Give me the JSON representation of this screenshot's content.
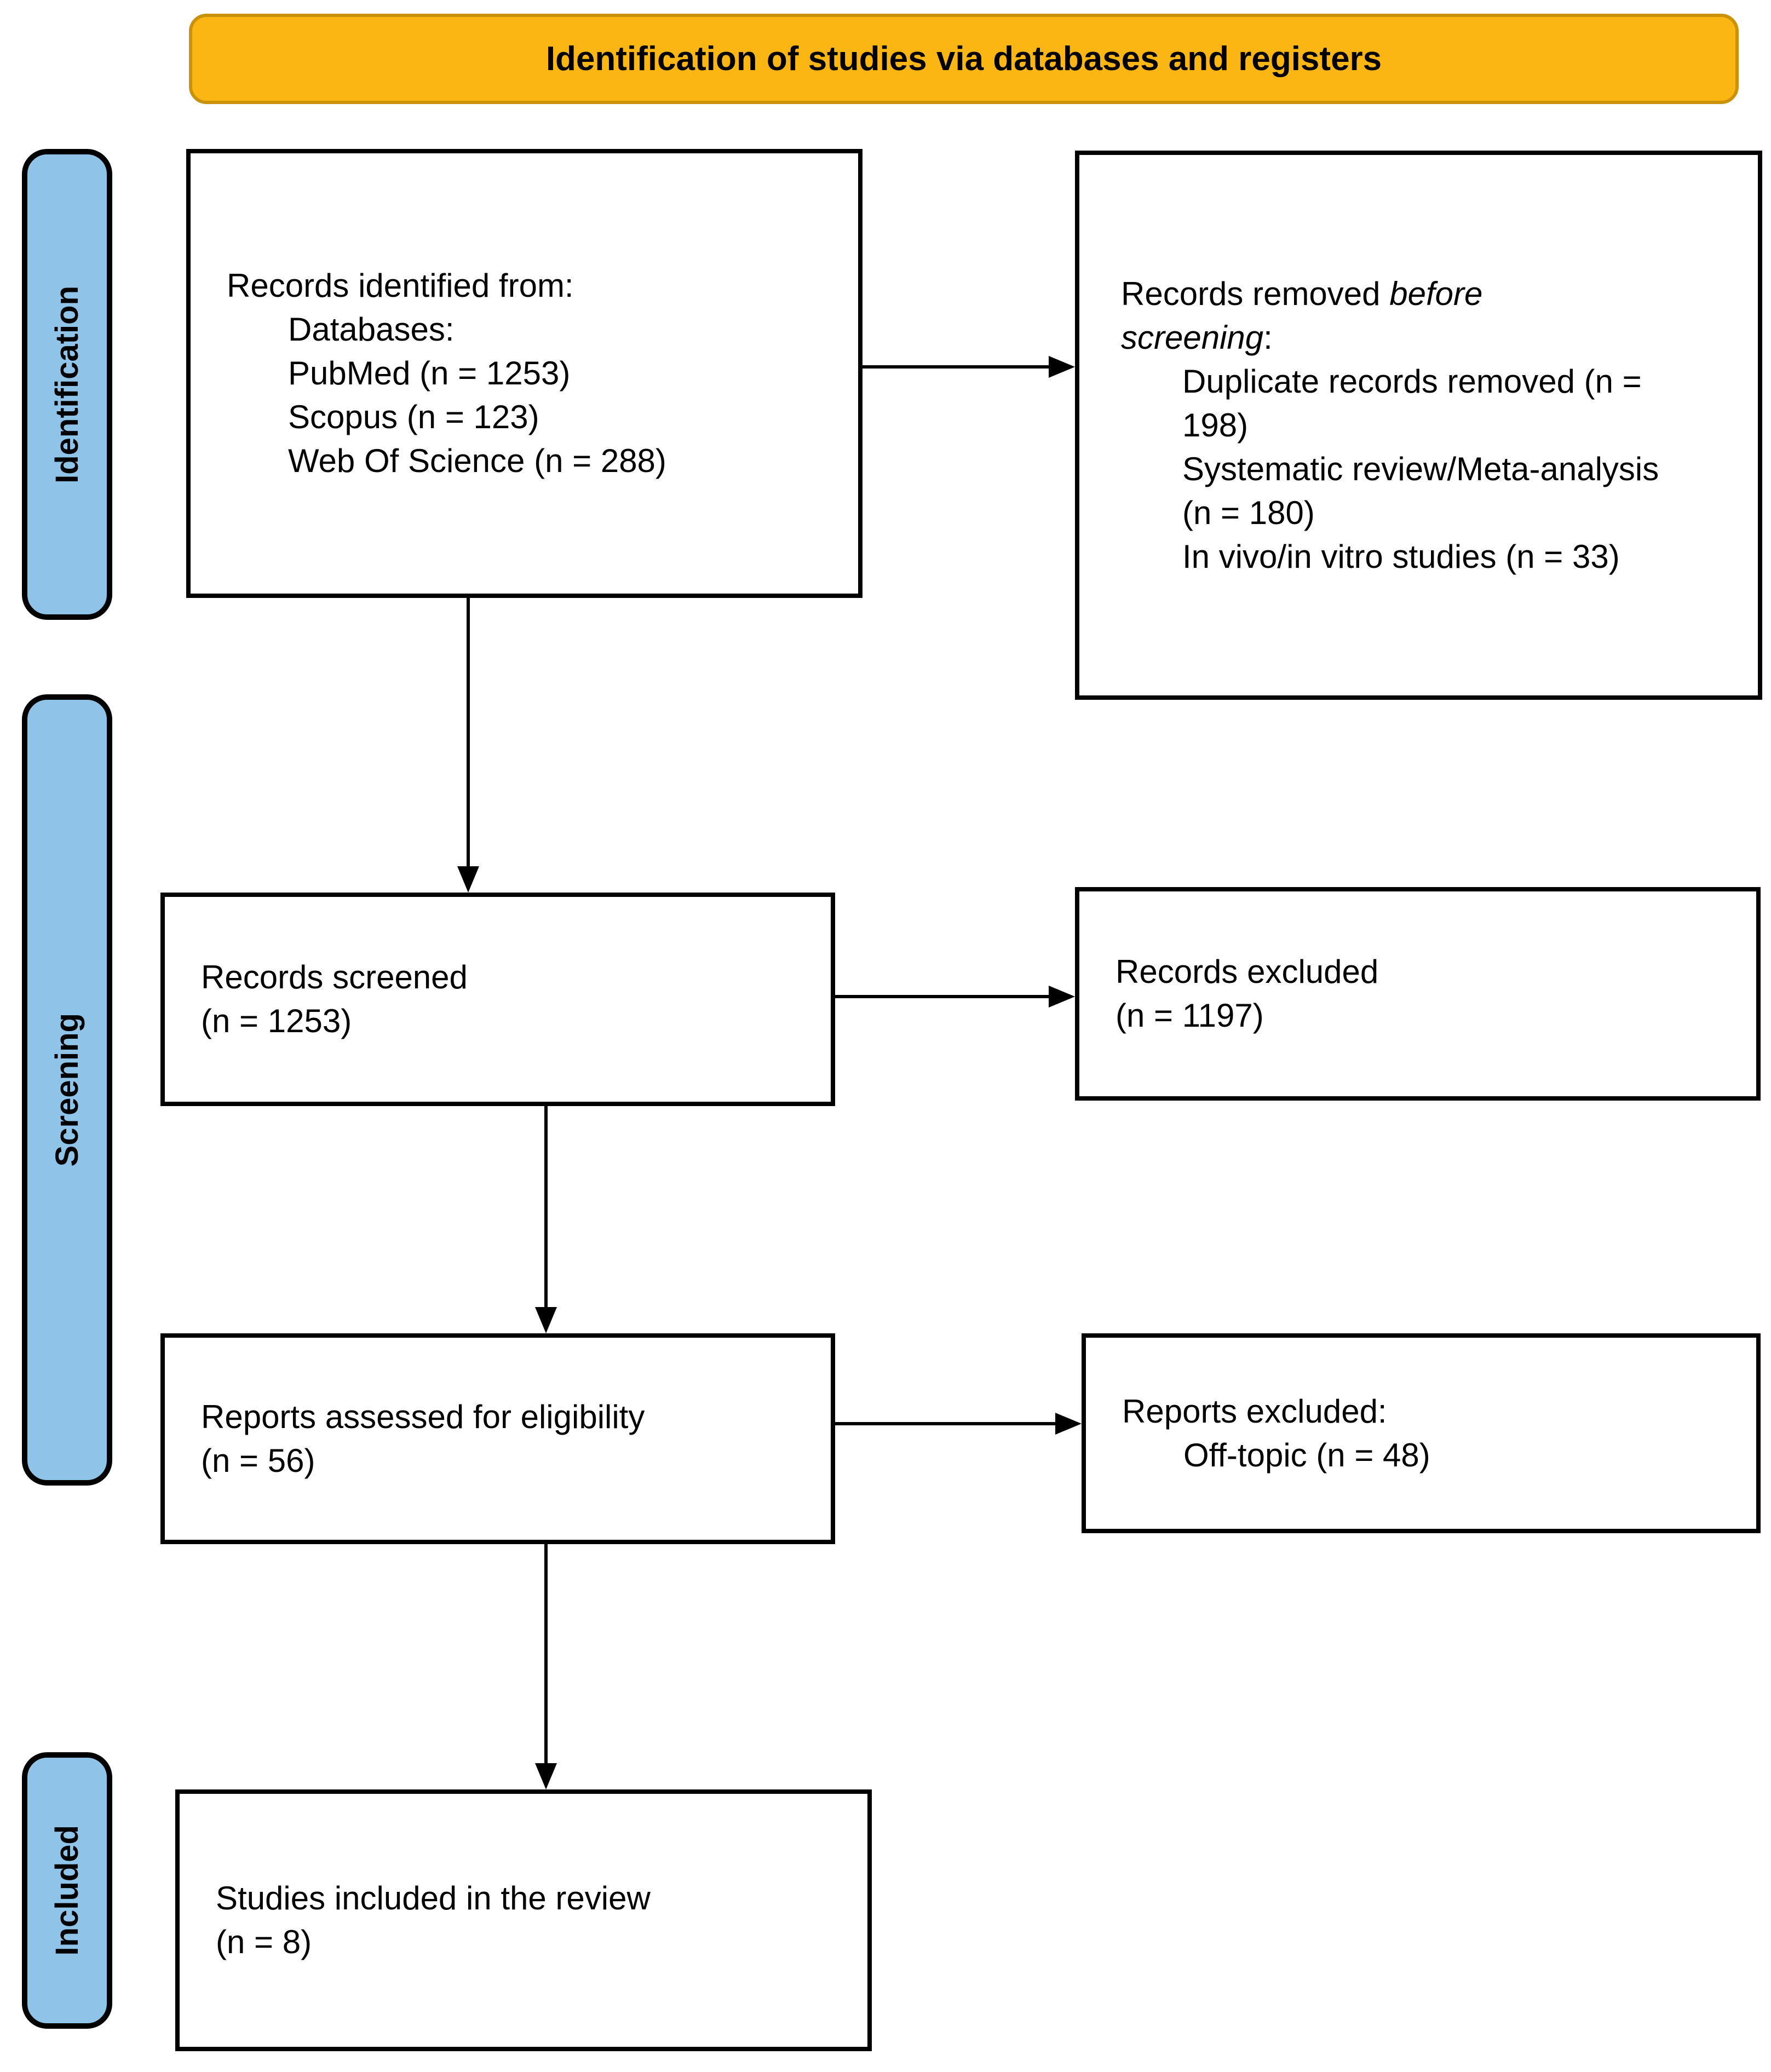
{
  "header": {
    "title": "Identification of studies via databases and registers"
  },
  "stages": {
    "identification": "Identification",
    "screening": "Screening",
    "included": "Included"
  },
  "boxes": {
    "identified": {
      "heading": "Records identified from:",
      "items": [
        "Databases:",
        "PubMed (n = 1253)",
        "Scopus (n = 123)",
        "Web Of Science (n = 288)"
      ]
    },
    "removed": {
      "heading_prefix": "Records removed ",
      "heading_italic": "before screening",
      "heading_suffix": ":",
      "items": [
        "Duplicate records removed (n = 198)",
        "Systematic review/Meta-analysis (n = 180)",
        "In vivo/in vitro studies (n = 33)"
      ]
    },
    "screened": {
      "lines": [
        "Records screened",
        "(n = 1253)"
      ]
    },
    "excluded": {
      "lines": [
        "Records excluded",
        "(n = 1197)"
      ]
    },
    "assessed": {
      "lines": [
        "Reports assessed for eligibility",
        "(n = 56)"
      ]
    },
    "reports_excluded": {
      "heading": "Reports excluded:",
      "items": [
        "Off-topic (n = 48)"
      ]
    },
    "included_studies": {
      "lines": [
        "Studies included in the review",
        "(n = 8)"
      ]
    }
  },
  "colors": {
    "banner_bg": "#FBB614",
    "banner_border": "#C9920A",
    "stage_bg": "#8FC3E8",
    "arrow_color": "#000000"
  }
}
